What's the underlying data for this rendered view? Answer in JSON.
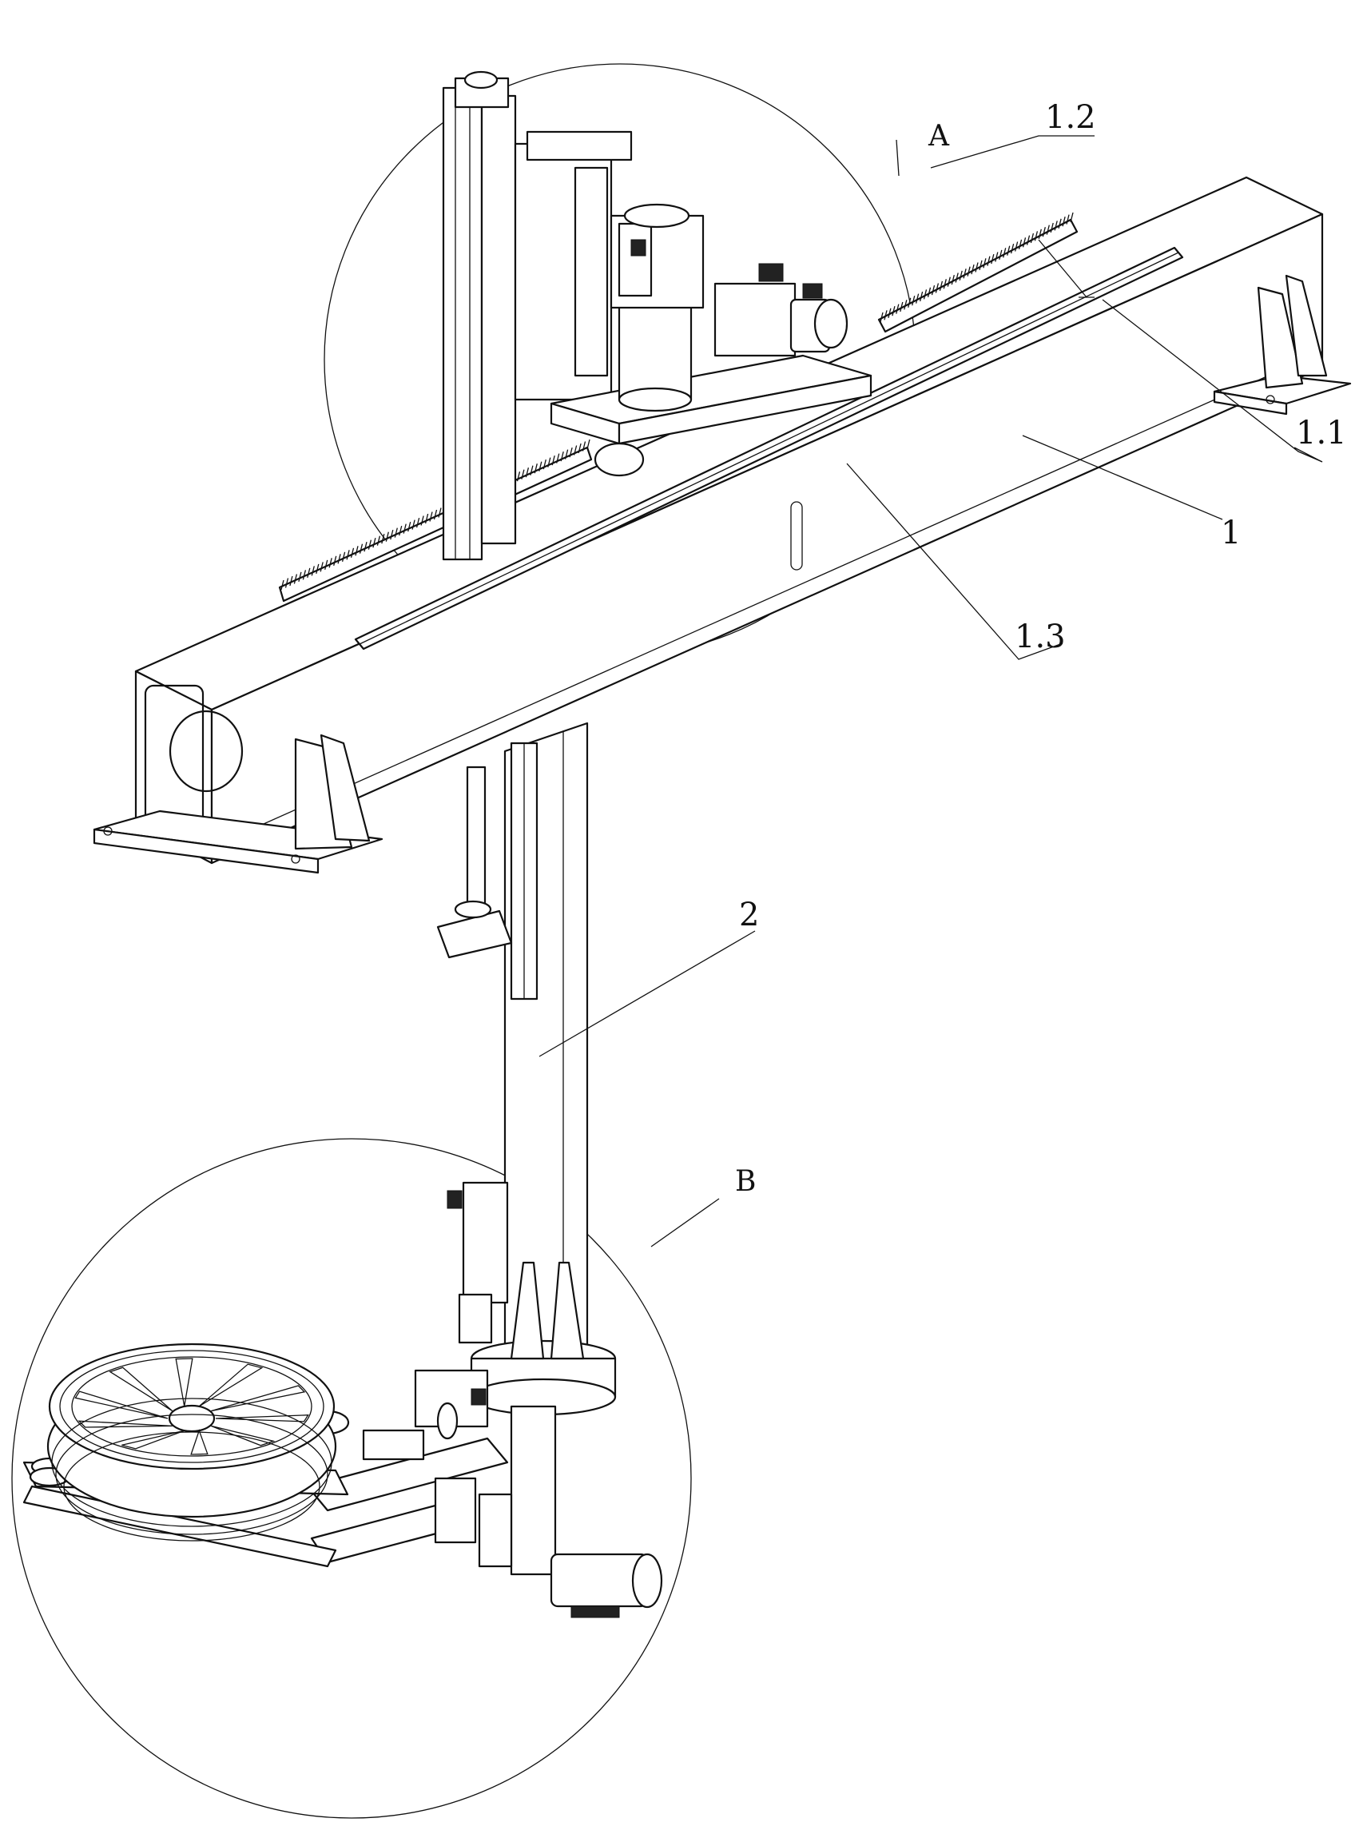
{
  "labels": {
    "detail_a": "A",
    "detail_b": "B",
    "beam": "1",
    "rail": "1.1",
    "rack": "1.2",
    "carriage": "1.3",
    "column": "2"
  }
}
